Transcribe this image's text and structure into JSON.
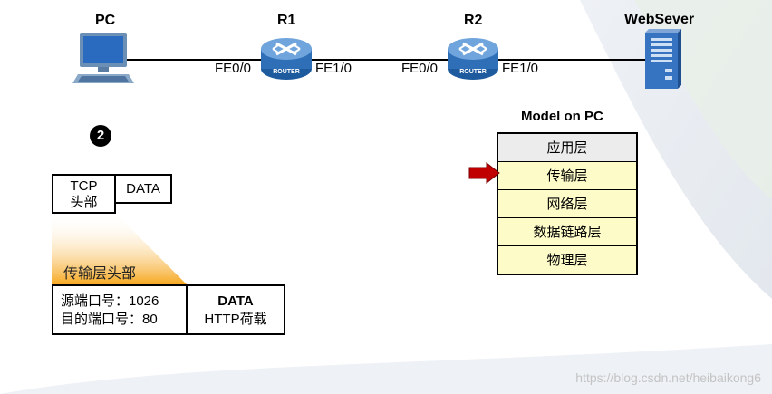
{
  "devices": {
    "pc": "PC",
    "r1": "R1",
    "r2": "R2",
    "server": "WebSever"
  },
  "router_badge": "ROUTER",
  "ports": {
    "r1_left": "FE0/0",
    "r1_right": "FE1/0",
    "r2_left": "FE0/0",
    "r2_right": "FE1/0"
  },
  "step_number": "2",
  "tcp_segment": {
    "header_line1": "TCP",
    "header_line2": "头部",
    "data": "DATA"
  },
  "transport_header_label": "传输层头部",
  "expanded": {
    "src_port": "源端口号：1026",
    "dst_port": "目的端口号：80",
    "data_title": "DATA",
    "data_sub": "HTTP荷载"
  },
  "model": {
    "title": "Model on PC",
    "layers": [
      "应用层",
      "传输层",
      "网络层",
      "数据链路层",
      "物理层"
    ],
    "active_index": 1
  },
  "watermark": "https://blog.csdn.net/heibaikong6",
  "colors": {
    "layer_fill": "#fdfbc8",
    "top_layer_fill": "#ececec",
    "arrow": "#c00000",
    "router_blue": "#2e6fb8",
    "highlight_orange": "#f6a821"
  }
}
